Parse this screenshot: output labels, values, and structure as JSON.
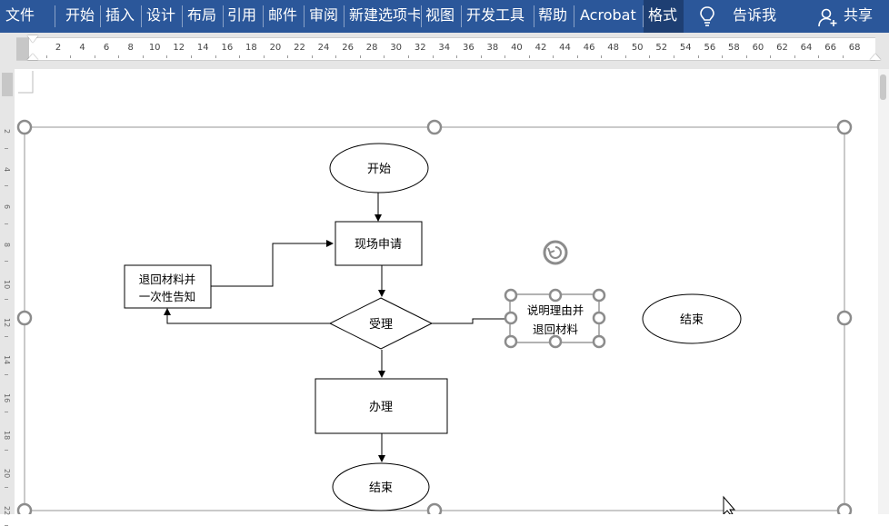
{
  "ribbon": {
    "tabs": [
      {
        "label": "文件",
        "active": false
      },
      {
        "label": "开始",
        "active": false
      },
      {
        "label": "插入",
        "active": false
      },
      {
        "label": "设计",
        "active": false
      },
      {
        "label": "布局",
        "active": false
      },
      {
        "label": "引用",
        "active": false
      },
      {
        "label": "邮件",
        "active": false
      },
      {
        "label": "审阅",
        "active": false
      },
      {
        "label": "新建选项卡",
        "active": false
      },
      {
        "label": "视图",
        "active": false
      },
      {
        "label": "开发工具",
        "active": false
      },
      {
        "label": "帮助",
        "active": false
      },
      {
        "label": "Acrobat",
        "active": false
      },
      {
        "label": "格式",
        "active": true
      }
    ],
    "tell_me": "告诉我",
    "share": "共享",
    "accent": "#2b579a",
    "active_tab_color": "#1e3f73"
  },
  "ruler": {
    "numbers": [
      "2",
      "4",
      "6",
      "8",
      "10",
      "12",
      "14",
      "16",
      "18",
      "20",
      "22",
      "24",
      "26",
      "28",
      "30",
      "32",
      "34",
      "36",
      "38",
      "40",
      "42",
      "44",
      "46",
      "48",
      "50",
      "52",
      "54",
      "56",
      "58",
      "60",
      "62",
      "64",
      "66",
      "68"
    ]
  },
  "vertical_ruler": {
    "numbers": [
      "2",
      "4",
      "6",
      "8",
      "10",
      "12",
      "14",
      "16",
      "18",
      "20",
      "22"
    ]
  },
  "flowchart": {
    "start": "开始",
    "apply": "现场申请",
    "accept": "受理",
    "return_materials_line1": "退回材料并",
    "return_materials_line2": "一次性告知",
    "explain_line1": "说明理由并",
    "explain_line2": "退回材料",
    "process": "办理",
    "end_main": "结束",
    "end_side": "结束"
  }
}
